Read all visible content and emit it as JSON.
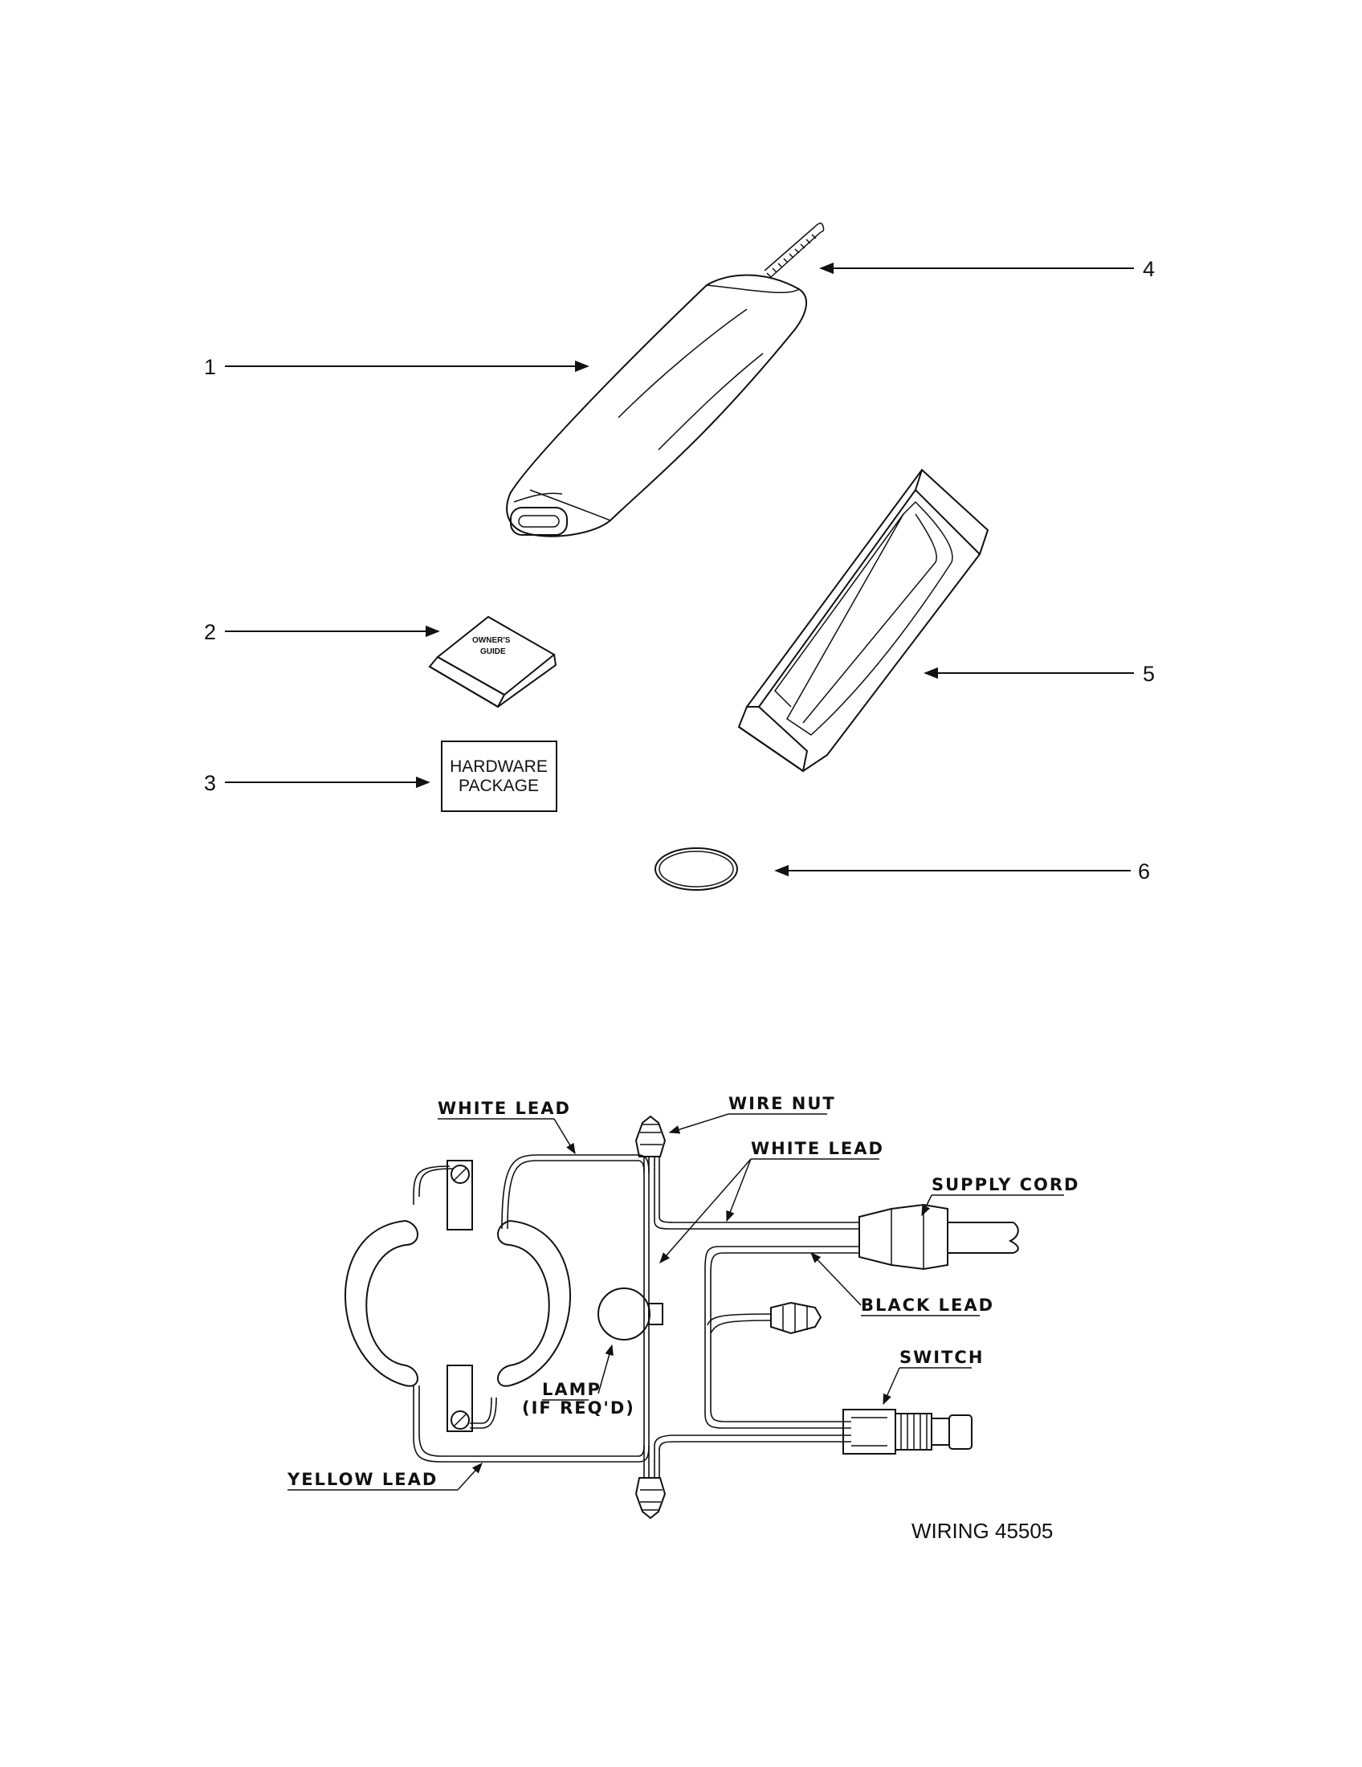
{
  "callouts": {
    "c1": "1",
    "c2": "2",
    "c3": "3",
    "c4": "4",
    "c5": "5",
    "c6": "6"
  },
  "parts": {
    "owners_guide_line1": "OWNER'S",
    "owners_guide_line2": "GUIDE",
    "hardware_line1": "HARDWARE",
    "hardware_line2": "PACKAGE"
  },
  "wiring": {
    "white_lead_top": "WHITE LEAD",
    "wire_nut": "WIRE NUT",
    "white_lead_mid": "WHITE LEAD",
    "supply_cord": "SUPPLY CORD",
    "black_lead": "BLACK LEAD",
    "switch": "SWITCH",
    "lamp_line1": "LAMP",
    "lamp_line2": "(IF REQ'D)",
    "yellow_lead": "YELLOW LEAD",
    "caption": "WIRING 45505"
  }
}
